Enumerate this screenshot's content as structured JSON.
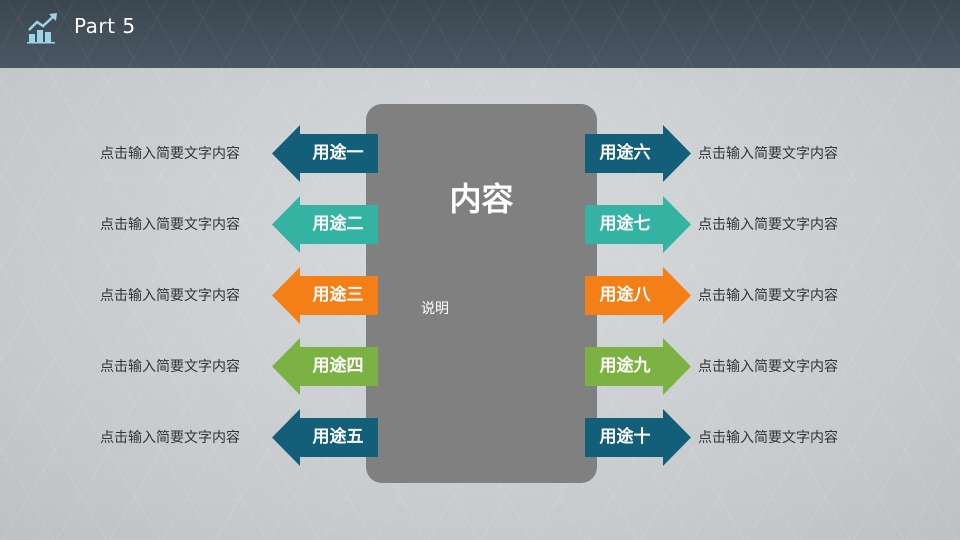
{
  "header": {
    "title": "Part 5"
  },
  "center": {
    "title": "内容",
    "desc": "说明"
  },
  "left_items": [
    {
      "label": "用途一",
      "desc": "点击输入简要文字内容",
      "color": "#135e78"
    },
    {
      "label": "用途二",
      "desc": "点击输入简要文字内容",
      "color": "#34b3a3"
    },
    {
      "label": "用途三",
      "desc": "点击输入简要文字内容",
      "color": "#f57f17"
    },
    {
      "label": "用途四",
      "desc": "点击输入简要文字内容",
      "color": "#7cb243"
    },
    {
      "label": "用途五",
      "desc": "点击输入简要文字内容",
      "color": "#135e78"
    }
  ],
  "right_items": [
    {
      "label": "用途六",
      "desc": "点击输入简要文字内容",
      "color": "#135e78"
    },
    {
      "label": "用途七",
      "desc": "点击输入简要文字内容",
      "color": "#34b3a3"
    },
    {
      "label": "用途八",
      "desc": "点击输入简要文字内容",
      "color": "#f57f17"
    },
    {
      "label": "用途九",
      "desc": "点击输入简要文字内容",
      "color": "#7cb243"
    },
    {
      "label": "用途十",
      "desc": "点击输入简要文字内容",
      "color": "#135e78"
    }
  ]
}
